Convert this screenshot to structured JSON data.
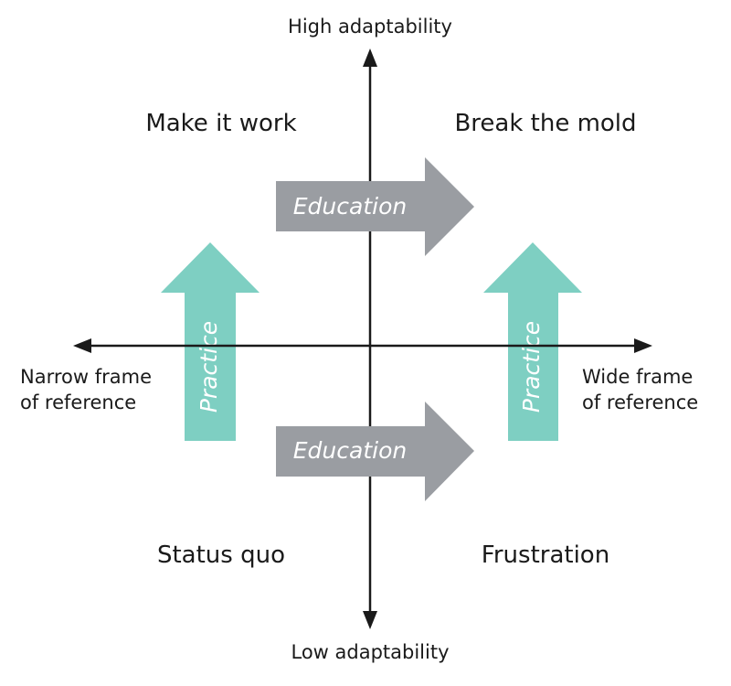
{
  "axes": {
    "top_label": "High adaptability",
    "bottom_label": "Low adaptability",
    "left_label_line1": "Narrow frame",
    "left_label_line2": "of reference",
    "right_label_line1": "Wide frame",
    "right_label_line2": "of reference"
  },
  "quadrants": {
    "top_left": "Make it work",
    "top_right": "Break the mold",
    "bottom_left": "Status quo",
    "bottom_right": "Frustration"
  },
  "arrows": {
    "education_top": "Education",
    "education_bottom": "Education",
    "practice_left": "Practice",
    "practice_right": "Practice"
  },
  "colors": {
    "education_arrow": "#9a9da2",
    "practice_arrow": "#7ecfc2",
    "axis": "#1a1a1a"
  }
}
